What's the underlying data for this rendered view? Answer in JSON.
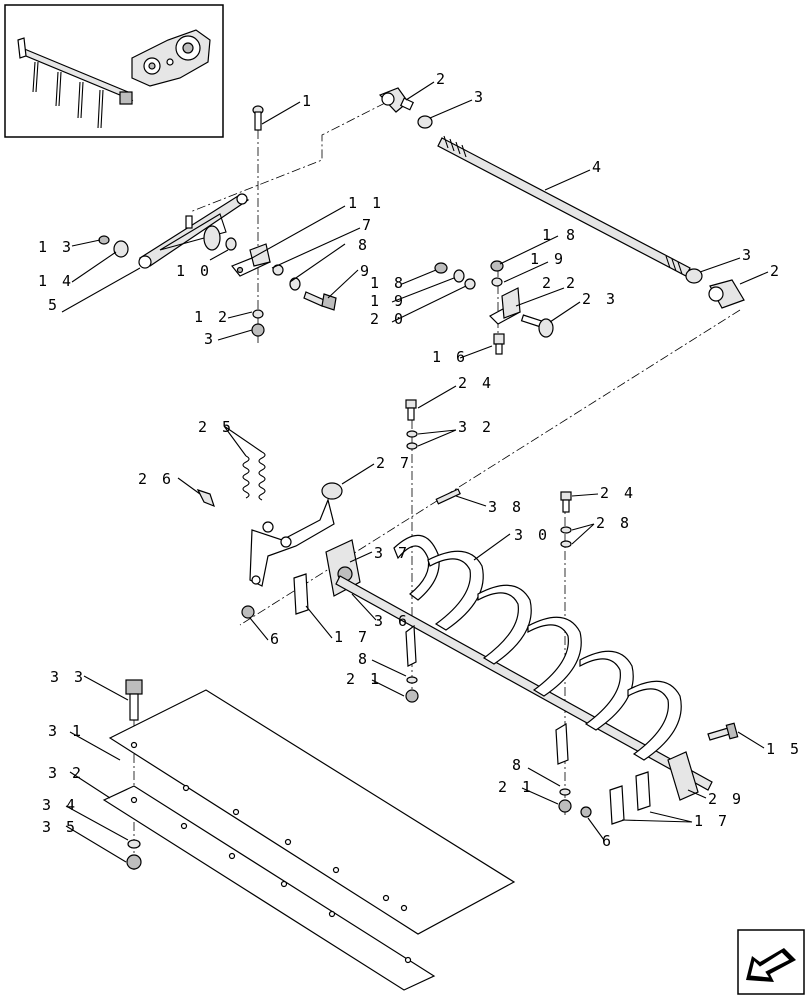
{
  "callouts": [
    {
      "id": "c1",
      "text": "1"
    },
    {
      "id": "c2a",
      "text": "2"
    },
    {
      "id": "c3a",
      "text": "3"
    },
    {
      "id": "c4",
      "text": "4"
    },
    {
      "id": "c11",
      "text": "1 1"
    },
    {
      "id": "c7",
      "text": "7"
    },
    {
      "id": "c8a",
      "text": "8"
    },
    {
      "id": "c9",
      "text": "9"
    },
    {
      "id": "c13",
      "text": "1 3"
    },
    {
      "id": "c14",
      "text": "1 4"
    },
    {
      "id": "c10",
      "text": "1 0"
    },
    {
      "id": "c5",
      "text": "5"
    },
    {
      "id": "c12",
      "text": "1 2"
    },
    {
      "id": "c3b",
      "text": "3"
    },
    {
      "id": "c18a",
      "text": "1 8"
    },
    {
      "id": "c19a",
      "text": "1 9"
    },
    {
      "id": "c18b",
      "text": "1 8"
    },
    {
      "id": "c19b",
      "text": "1 9"
    },
    {
      "id": "c20",
      "text": "2 0"
    },
    {
      "id": "c22",
      "text": "2 2"
    },
    {
      "id": "c23",
      "text": "2 3"
    },
    {
      "id": "c16",
      "text": "1 6"
    },
    {
      "id": "c3c",
      "text": "3"
    },
    {
      "id": "c2b",
      "text": "2"
    },
    {
      "id": "c24a",
      "text": "2 4"
    },
    {
      "id": "c32a",
      "text": "3 2"
    },
    {
      "id": "c25",
      "text": "2 5"
    },
    {
      "id": "c27",
      "text": "2 7"
    },
    {
      "id": "c26",
      "text": "2 6"
    },
    {
      "id": "c38",
      "text": "3 8"
    },
    {
      "id": "c24b",
      "text": "2 4"
    },
    {
      "id": "c28",
      "text": "2 8"
    },
    {
      "id": "c30",
      "text": "3 0"
    },
    {
      "id": "c37",
      "text": "3 7"
    },
    {
      "id": "c6a",
      "text": "6"
    },
    {
      "id": "c17a",
      "text": "1 7"
    },
    {
      "id": "c36",
      "text": "3 6"
    },
    {
      "id": "c8b",
      "text": "8"
    },
    {
      "id": "c21a",
      "text": "2 1"
    },
    {
      "id": "c33",
      "text": "3 3"
    },
    {
      "id": "c31",
      "text": "3 1"
    },
    {
      "id": "c32b",
      "text": "3 2"
    },
    {
      "id": "c34",
      "text": "3 4"
    },
    {
      "id": "c35",
      "text": "3 5"
    },
    {
      "id": "c15",
      "text": "1 5"
    },
    {
      "id": "c8c",
      "text": "8"
    },
    {
      "id": "c21b",
      "text": "2 1"
    },
    {
      "id": "c29",
      "text": "2 9"
    },
    {
      "id": "c17b",
      "text": "1 7"
    },
    {
      "id": "c6b",
      "text": "6"
    }
  ],
  "icons": {
    "overview": "assembly-location-thumbnail-icon",
    "nav": "next-page-arrow-icon"
  },
  "colors": {
    "line": "#000000",
    "background": "#ffffff"
  }
}
